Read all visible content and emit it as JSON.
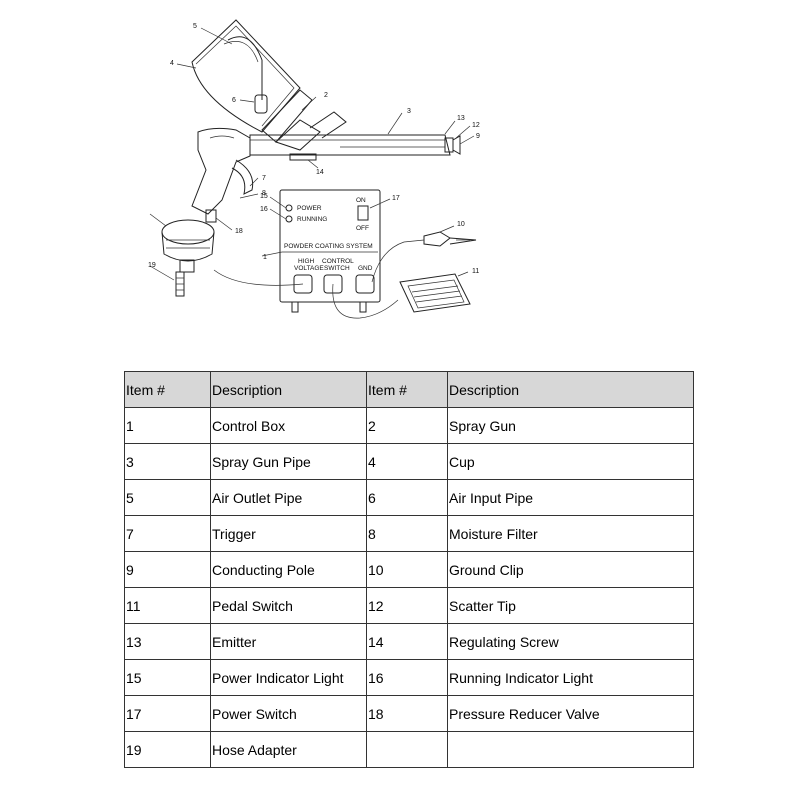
{
  "diagram": {
    "panel": {
      "power": "POWER",
      "running": "RUNNING",
      "on": "ON",
      "off": "OFF",
      "title": "POWDER COATING SYSTEM",
      "high_voltage_1": "HIGH",
      "high_voltage_2": "VOLTAGE",
      "control_switch_1": "CONTROL",
      "control_switch_2": "SWITCH",
      "gnd": "GND"
    },
    "callouts": [
      "1",
      "2",
      "3",
      "4",
      "5",
      "6",
      "7",
      "8",
      "9",
      "10",
      "11",
      "12",
      "13",
      "14",
      "15",
      "16",
      "17",
      "18",
      "19"
    ]
  },
  "table": {
    "headers": [
      "Item #",
      "Description",
      "Item #",
      "Description"
    ],
    "rows": [
      [
        "1",
        "Control Box",
        "2",
        "Spray Gun"
      ],
      [
        "3",
        "Spray Gun Pipe",
        "4",
        "Cup"
      ],
      [
        "5",
        "Air Outlet Pipe",
        "6",
        "Air Input Pipe"
      ],
      [
        "7",
        "Trigger",
        "8",
        "Moisture Filter"
      ],
      [
        "9",
        "Conducting Pole",
        "10",
        "Ground Clip"
      ],
      [
        "11",
        "Pedal Switch",
        "12",
        "Scatter Tip"
      ],
      [
        "13",
        "Emitter",
        "14",
        "Regulating Screw"
      ],
      [
        "15",
        "Power Indicator Light",
        "16",
        "Running Indicator Light"
      ],
      [
        "17",
        "Power Switch",
        "18",
        "Pressure Reducer Valve"
      ],
      [
        "19",
        "Hose Adapter",
        "",
        ""
      ]
    ]
  }
}
